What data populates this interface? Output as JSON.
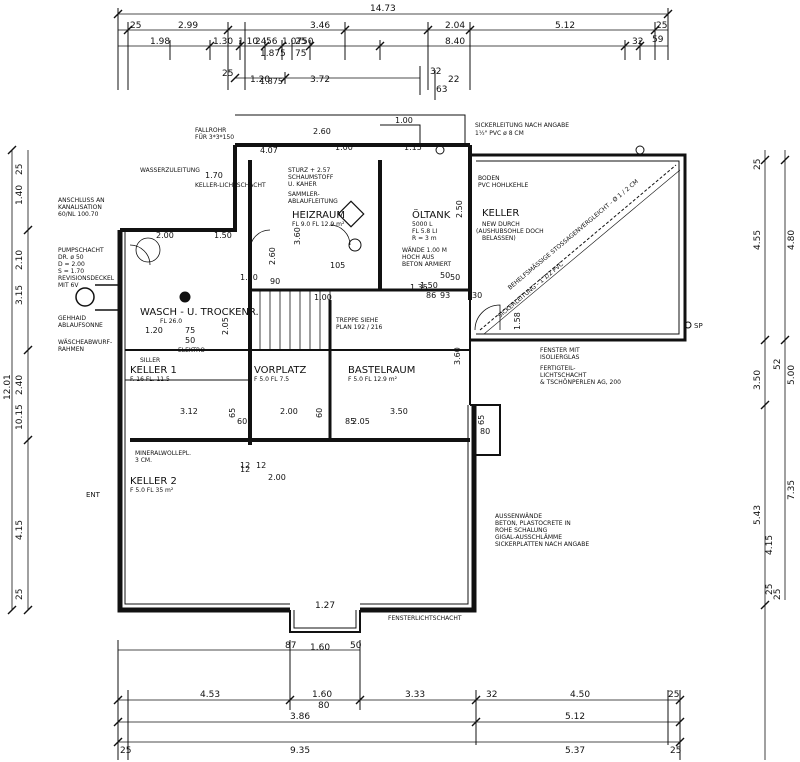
{
  "overall": {
    "top": "14.73"
  },
  "top_dims_row1": [
    "25",
    "2.99",
    "3.46",
    "2.04",
    "5.12",
    "25"
  ],
  "top_dims_row2": [
    "1.98",
    "1.30",
    "1.10",
    "24",
    "56",
    "1.07",
    "25",
    "50",
    "8.40",
    "32",
    "59"
  ],
  "top_dims_row3": [
    "25",
    "1.20",
    "3.72"
  ],
  "top_small": [
    "1.875",
    "75",
    "32",
    "22",
    "63"
  ],
  "bottom_dims_row1": [
    "4.53",
    "1.60",
    "3.33",
    "4.50"
  ],
  "bottom_dims_row1_extra": [
    "80",
    "32",
    "25"
  ],
  "bottom_dims_row2": [
    "3.86",
    "5.12"
  ],
  "bottom_dims_row3": [
    "9.35",
    "5.37"
  ],
  "bottom_ends": [
    "25",
    "25"
  ],
  "right_dims_inner": [
    "4.55",
    "25",
    "3.50",
    "5.43",
    "4.15",
    "25"
  ],
  "right_dims_outer": [
    "4.80",
    "52",
    "5.00",
    "7.35",
    "25"
  ],
  "left_dims": [
    "25",
    "1.40",
    "3.15",
    "2.10",
    "12.01",
    "2.40",
    "10.15",
    "4.15",
    "25"
  ],
  "rooms": {
    "heizraum": {
      "name": "HEIZRAUM",
      "spec": "FL 9.0  FL 12.9 m²"
    },
    "oltank": {
      "name": "ÖLTANK",
      "lines": [
        "5000 L",
        "FL 5.8 LI",
        "R = 3 m",
        "WÄNDE 1.00 M",
        "HOCH AUS",
        "BETON ARMIERT"
      ]
    },
    "keller_n": {
      "name": "KELLER",
      "lines": [
        "NEW DURCH",
        "(AUSHUBSOHLE DOCH",
        "BELASSEN)"
      ]
    },
    "wasch": {
      "name": "WASCH - U. TROCKENR.",
      "spec": "FL 26.0"
    },
    "keller1": {
      "name": "KELLER 1",
      "spec": "F. 16  FL. 11.5"
    },
    "vorplatz": {
      "name": "VORPLATZ",
      "spec": "F 5.0  FL 7.5"
    },
    "bastel": {
      "name": "BASTELRAUM",
      "spec": "F 5.0  FL 12.9 m²"
    },
    "keller2": {
      "name": "KELLER 2",
      "spec": "F 5.0  FL 35 m²"
    }
  },
  "notes": {
    "fallrohr": "FALLROHR",
    "fallrohr_sub": "FÜR 3*3*150",
    "sickerleitung": "SICKERLEITUNG NACH ANGABE",
    "sickerleitung_sub": "1½\" PVC ø 8 CM",
    "wasserzuleitung": "WASSERZULEITUNG",
    "kellerlicht": "KELLER-LICHTSCHACHT",
    "anschluss": [
      "ANSCHLUSS AN",
      "KANALISATION",
      "60/NL 100.70"
    ],
    "pumpschacht": [
      "PUMPSCHACHT",
      "DR. ø 50",
      "D = 2.00",
      "S = 1.70",
      "REVISIONSDECKEL",
      "MIT 6V"
    ],
    "gehhaid": [
      "GEHHAID",
      "ABLAUFSONNE"
    ],
    "waesche": [
      "WÄSCHEABWURF-",
      "RAHMEN"
    ],
    "sturz": [
      "STURZ + 2.57",
      "SCHAUMSTOFF",
      "U. KAHER"
    ],
    "sammler": [
      "SAMMLER-",
      "ABLAUFLEITUNG"
    ],
    "boden": [
      "BODEN",
      "PVC HOHLKEHLE"
    ],
    "elek": "ELEKTRO",
    "siller": "SILLER",
    "treppe": [
      "TREPPE SIEHE",
      "PLAN 192 / 216"
    ],
    "mineralwolle": [
      "MINERALWOLLEPL.",
      "3 CM."
    ],
    "sperlicht": "FENSTERLICHTSCHACHT",
    "fensterlicht": [
      "FENSTER MIT",
      "ISOLIERGLAS"
    ],
    "fertiglicht": [
      "FERTIGTEIL-",
      "LICHTSCHACHT",
      "& TSCHÖNPERLEN AG, 200"
    ],
    "aussenwaende": [
      "AUSSENWÄNDE",
      "BETON, PLASTOCRETE IN",
      "ROHE SCHALUNG",
      "GIGAL-AUSSCHLÄMME",
      "SICKERPLATTEN NACH ANGABE"
    ],
    "diagonal": "BEHELFSMÄSSIGE STOSSAGENVERGLEICHT - Ø 1 / 2 CM",
    "diagonal2": "SICKERLEITUNG - 1 1/2 PVC",
    "sp": "SP",
    "ent": "ENT"
  },
  "room_dims": {
    "wasch_w": "1.20",
    "wasch_75": "75",
    "wasch_50": "50",
    "wasch_205": "2.05",
    "k1_w": "3.12",
    "k1_h": "1.875",
    "vp_w": "2.00",
    "bastel_w": "3.50",
    "bastel_h": "3.60",
    "heiz_w": "3.60",
    "heiz_h": "2.60",
    "oltank_h": "2.50",
    "k2_w": "12",
    "k2_2": "2.00",
    "opening": "1.60",
    "opening_side": [
      "87",
      "50",
      "1.27"
    ],
    "misc": [
      "1.00",
      "1.70",
      "1.50",
      "2.00",
      "1.50",
      "85",
      "60",
      "50",
      "1.00",
      "80",
      "2.05",
      "1.00",
      "86",
      "93",
      "30",
      "50",
      "105",
      "12",
      "12",
      "1.35",
      "1.15",
      "4.07",
      "1.58",
      "1.70",
      "2.60",
      "90",
      "65",
      "60",
      "65"
    ]
  }
}
